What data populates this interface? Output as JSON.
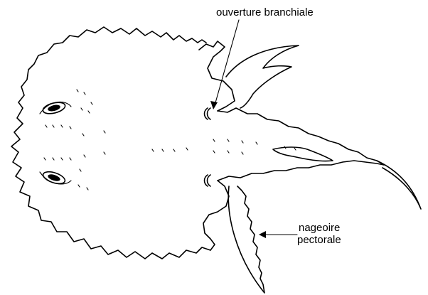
{
  "labels": {
    "gill_opening": "ouverture branchiale",
    "pectoral_fin_line1": "nageoire",
    "pectoral_fin_line2": "pectorale"
  },
  "colors": {
    "ink": "#000000",
    "background": "#ffffff"
  }
}
